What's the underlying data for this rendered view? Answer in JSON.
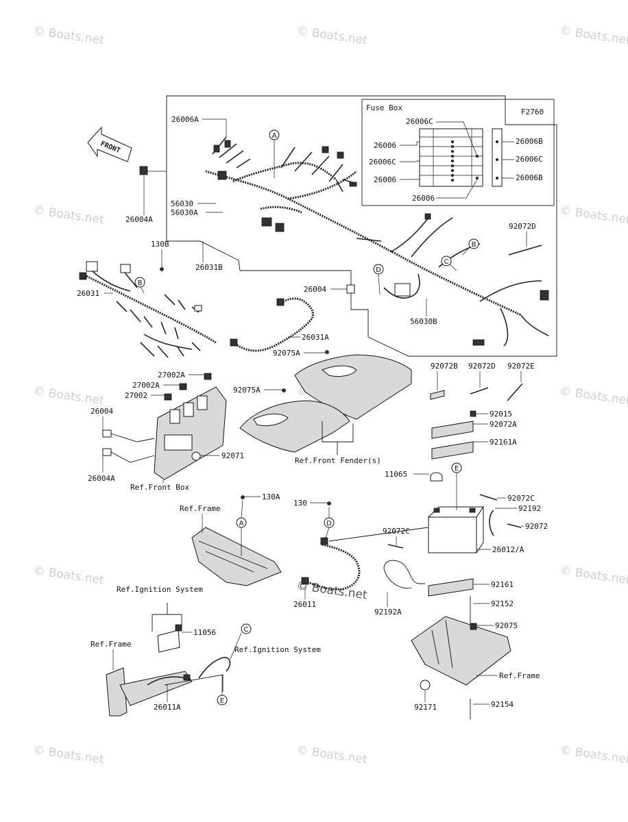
{
  "watermark": "© Boats.net",
  "figure_code": "F2760",
  "fuse_box": {
    "title": "Fuse Box",
    "labels": [
      "26006C",
      "26006",
      "26006C",
      "26006",
      "26006",
      "26006B",
      "26006C",
      "26006B"
    ]
  },
  "front_arrow": "FRONT",
  "callouts": [
    "A",
    "B",
    "C",
    "D",
    "E"
  ],
  "part_labels": {
    "p26006A": "26006A",
    "p26004A_top": "26004A",
    "p56030": "56030",
    "p56030A": "56030A",
    "p130B": "130B",
    "p26031B": "26031B",
    "p92072D_top": "92072D",
    "p26031": "26031",
    "p26004": "26004",
    "p56030B": "56030B",
    "p26031A": "26031A",
    "p92075A_1": "92075A",
    "p27002A_1": "27002A",
    "p27002A_2": "27002A",
    "p27002": "27002",
    "p92075A_2": "92075A",
    "p92072B": "92072B",
    "p92072D": "92072D",
    "p92072E": "92072E",
    "p26004_left": "26004",
    "p92015": "92015",
    "p92072A": "92072A",
    "p92161A": "92161A",
    "p92071": "92071",
    "p26004A_left": "26004A",
    "p11065": "11065",
    "p130A": "130A",
    "p130": "130",
    "p92072C_1": "92072C",
    "p92192": "92192",
    "p92072": "92072",
    "p92072C_2": "92072C",
    "p26012A": "26012/A",
    "p92161": "92161",
    "p26011": "26011",
    "p92192A": "92192A",
    "p92152": "92152",
    "p11056": "11056",
    "p92075": "92075",
    "p26011A": "26011A",
    "p92171": "92171",
    "p92154": "92154"
  },
  "ref_labels": {
    "front_fenders": "Ref.Front Fender(s)",
    "front_box": "Ref.Front Box",
    "frame_1": "Ref.Frame",
    "ignition_1": "Ref.Ignition System",
    "ignition_2": "Ref.Ignition System",
    "frame_2": "Ref.Frame",
    "frame_3": "Ref.Frame"
  }
}
